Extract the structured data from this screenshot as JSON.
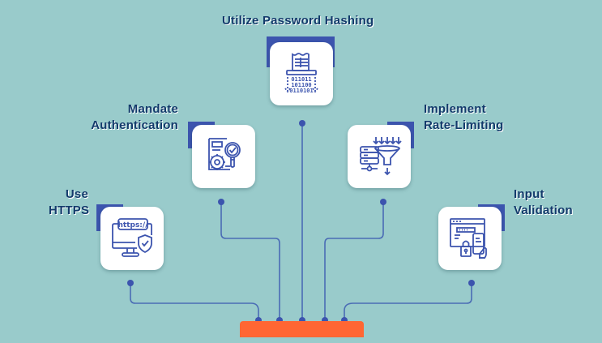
{
  "diagram": {
    "title_hidden": "",
    "colors": {
      "background": "#99cbcb",
      "label_text": "#123a6b",
      "accent": "#3c54ae",
      "connector": "#4a6cb5",
      "dot": "#3c54ae",
      "base": "#ff6633",
      "card": "#ffffff"
    },
    "items": [
      {
        "id": "password-hashing",
        "lines": [
          "Utilize Password Hashing"
        ],
        "icon": "document-shredder-binary-icon"
      },
      {
        "id": "authentication",
        "lines": [
          "Mandate",
          "Authentication"
        ],
        "icon": "document-gear-magnifier-check-icon"
      },
      {
        "id": "rate-limiting",
        "lines": [
          "Implement",
          "Rate-Limiting"
        ],
        "icon": "server-funnel-icon"
      },
      {
        "id": "https",
        "lines": [
          "Use",
          "HTTPS"
        ],
        "icon": "monitor-https-shield-icon",
        "icon_text": "https://"
      },
      {
        "id": "input-validation",
        "lines": [
          "Input",
          "Validation"
        ],
        "icon": "browser-form-lock-phone-icon"
      }
    ]
  }
}
